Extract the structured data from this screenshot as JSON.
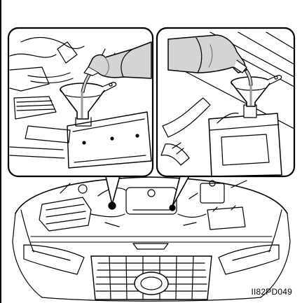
{
  "figure": {
    "code": "II82PD049",
    "panels": [
      {
        "name": "inset-left",
        "depicts": "funnel-icon"
      },
      {
        "name": "inset-right",
        "depicts": "funnel-icon"
      }
    ],
    "colors": {
      "line": "#000000",
      "panel_border": "#000000",
      "background": "#ffffff",
      "fluid": "#cfcfcf"
    }
  }
}
